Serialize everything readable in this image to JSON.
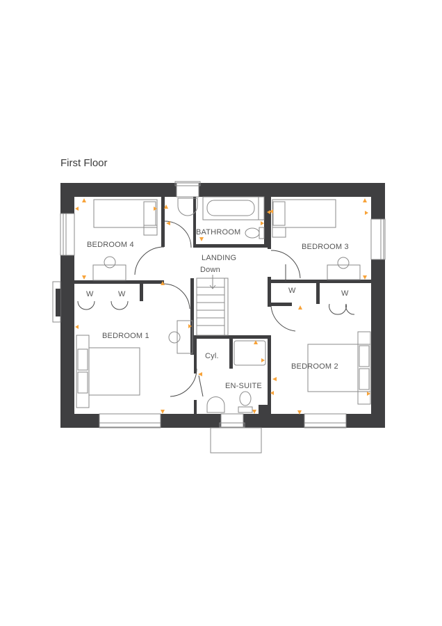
{
  "title": "First Floor",
  "rooms": {
    "bedroom4": "BEDROOM 4",
    "bathroom": "BATHROOM",
    "bedroom3": "BEDROOM 3",
    "landing": "LANDING",
    "stairs_down": "Down",
    "bedroom1": "BEDROOM 1",
    "bedroom2": "BEDROOM 2",
    "cylinder": "Cyl.",
    "ensuite": "EN-SUITE",
    "wardrobe": "W"
  },
  "colors": {
    "wall": "#3f3f41",
    "marker": "#f7a33a",
    "fixture": "#8a8a8a"
  }
}
